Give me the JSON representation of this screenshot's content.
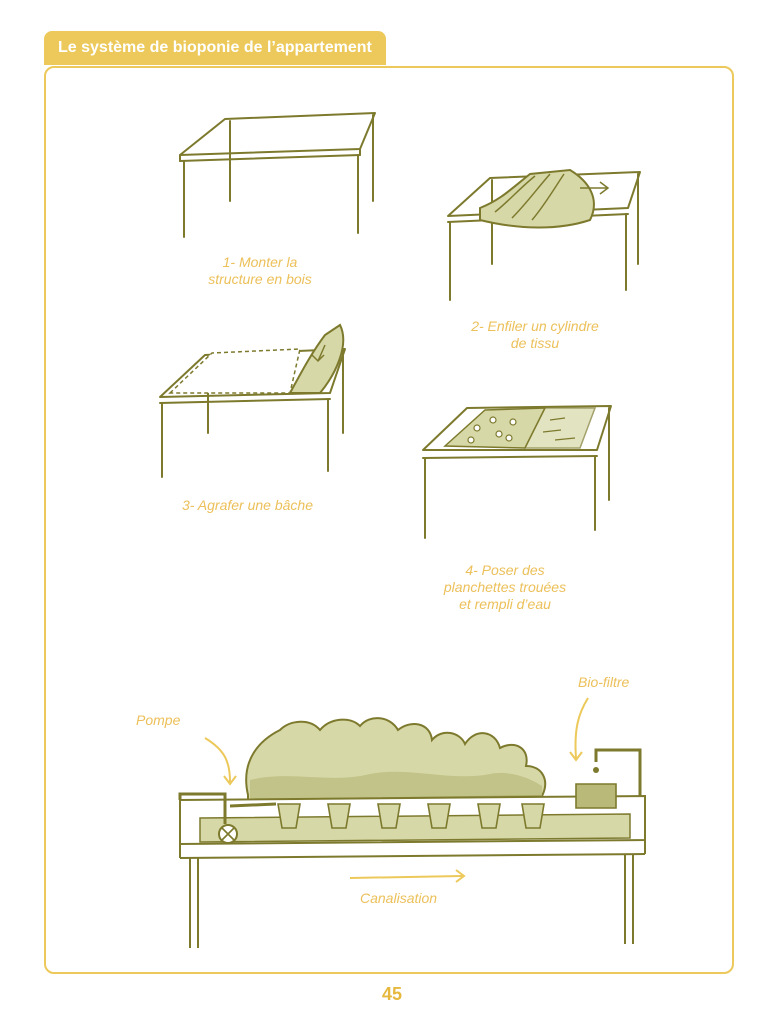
{
  "header": {
    "title": "Le système de bioponie de l’appartement"
  },
  "steps": [
    {
      "caption_line1": "1- Monter la",
      "caption_line2": "structure en bois"
    },
    {
      "caption_line1": "2- Enfiler un cylindre",
      "caption_line2": "de tissu"
    },
    {
      "caption_line1": "3- Agrafer une bâche"
    },
    {
      "caption_line1": "4- Poser des",
      "caption_line2": "planchettes trouées",
      "caption_line3": "et rempli d’eau"
    }
  ],
  "system": {
    "label_pump": "Pompe",
    "label_biofilter": "Bio-filtre",
    "label_channel": "Canalisation"
  },
  "footer": {
    "page_number": "45"
  },
  "colors": {
    "line": "#7d7a2e",
    "fill": "#d7d8a8",
    "accent": "#ecc95a",
    "caption": "#ecc05a"
  }
}
